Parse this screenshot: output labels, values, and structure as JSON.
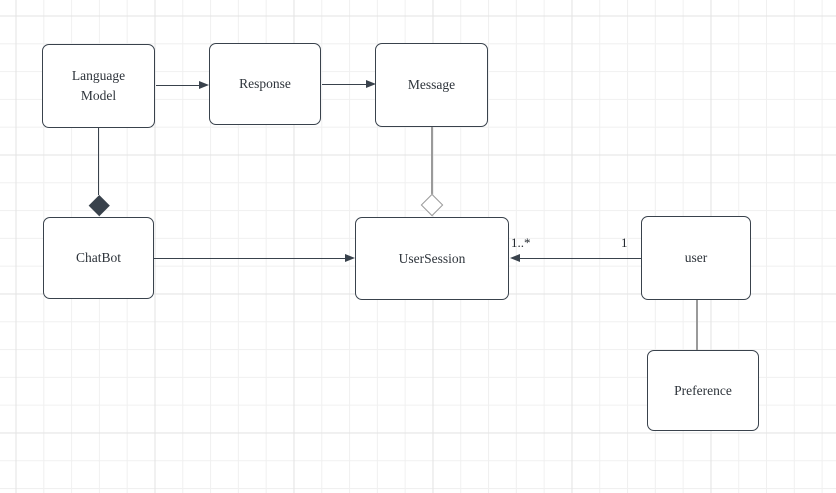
{
  "canvas": {
    "background": "#ffffff",
    "grid_minor_color": "#f0f0f0",
    "grid_major_color": "#e3e3e3"
  },
  "colors": {
    "node_border": "#39424c",
    "node_fill": "#ffffff",
    "connector_dark": "#39424c",
    "connector_light": "#9a9a9a",
    "text": "#2d333a"
  },
  "nodes": {
    "language_model": {
      "label": "Language\nModel"
    },
    "response": {
      "label": "Response"
    },
    "message": {
      "label": "Message"
    },
    "chatbot": {
      "label": "ChatBot"
    },
    "user_session": {
      "label": "UserSession"
    },
    "user": {
      "label": "user"
    },
    "preference": {
      "label": "Preference"
    }
  },
  "edges": [
    {
      "from": "Language Model",
      "to": "Response",
      "type": "directed-arrow"
    },
    {
      "from": "Response",
      "to": "Message",
      "type": "directed-arrow"
    },
    {
      "from": "ChatBot",
      "to": "UserSession",
      "type": "directed-arrow"
    },
    {
      "from": "user",
      "to": "UserSession",
      "type": "directed-arrow",
      "source_label": "1",
      "target_label": "1..*"
    },
    {
      "from": "Language Model",
      "to": "ChatBot",
      "type": "composition-filled-diamond"
    },
    {
      "from": "Message",
      "to": "UserSession",
      "type": "aggregation-hollow-diamond"
    },
    {
      "from": "user",
      "to": "Preference",
      "type": "association-line"
    }
  ],
  "edge_labels": {
    "user_session_multiplicity": "1..*",
    "user_multiplicity": "1"
  }
}
